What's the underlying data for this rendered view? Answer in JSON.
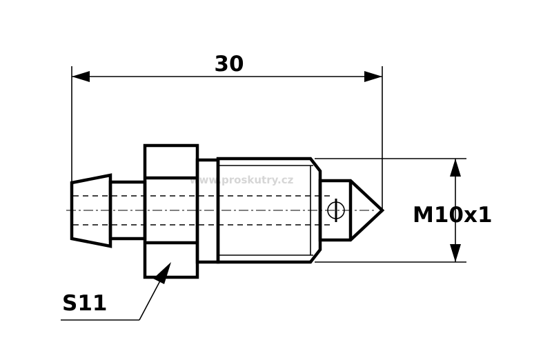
{
  "dimensions": {
    "length_label": "30",
    "thread_label": "M10x1",
    "wrench_label": "S11"
  },
  "watermark": "www.proskutry.cz",
  "colors": {
    "line": "#000000",
    "watermark": "#d6d6d6",
    "background": "#ffffff"
  }
}
